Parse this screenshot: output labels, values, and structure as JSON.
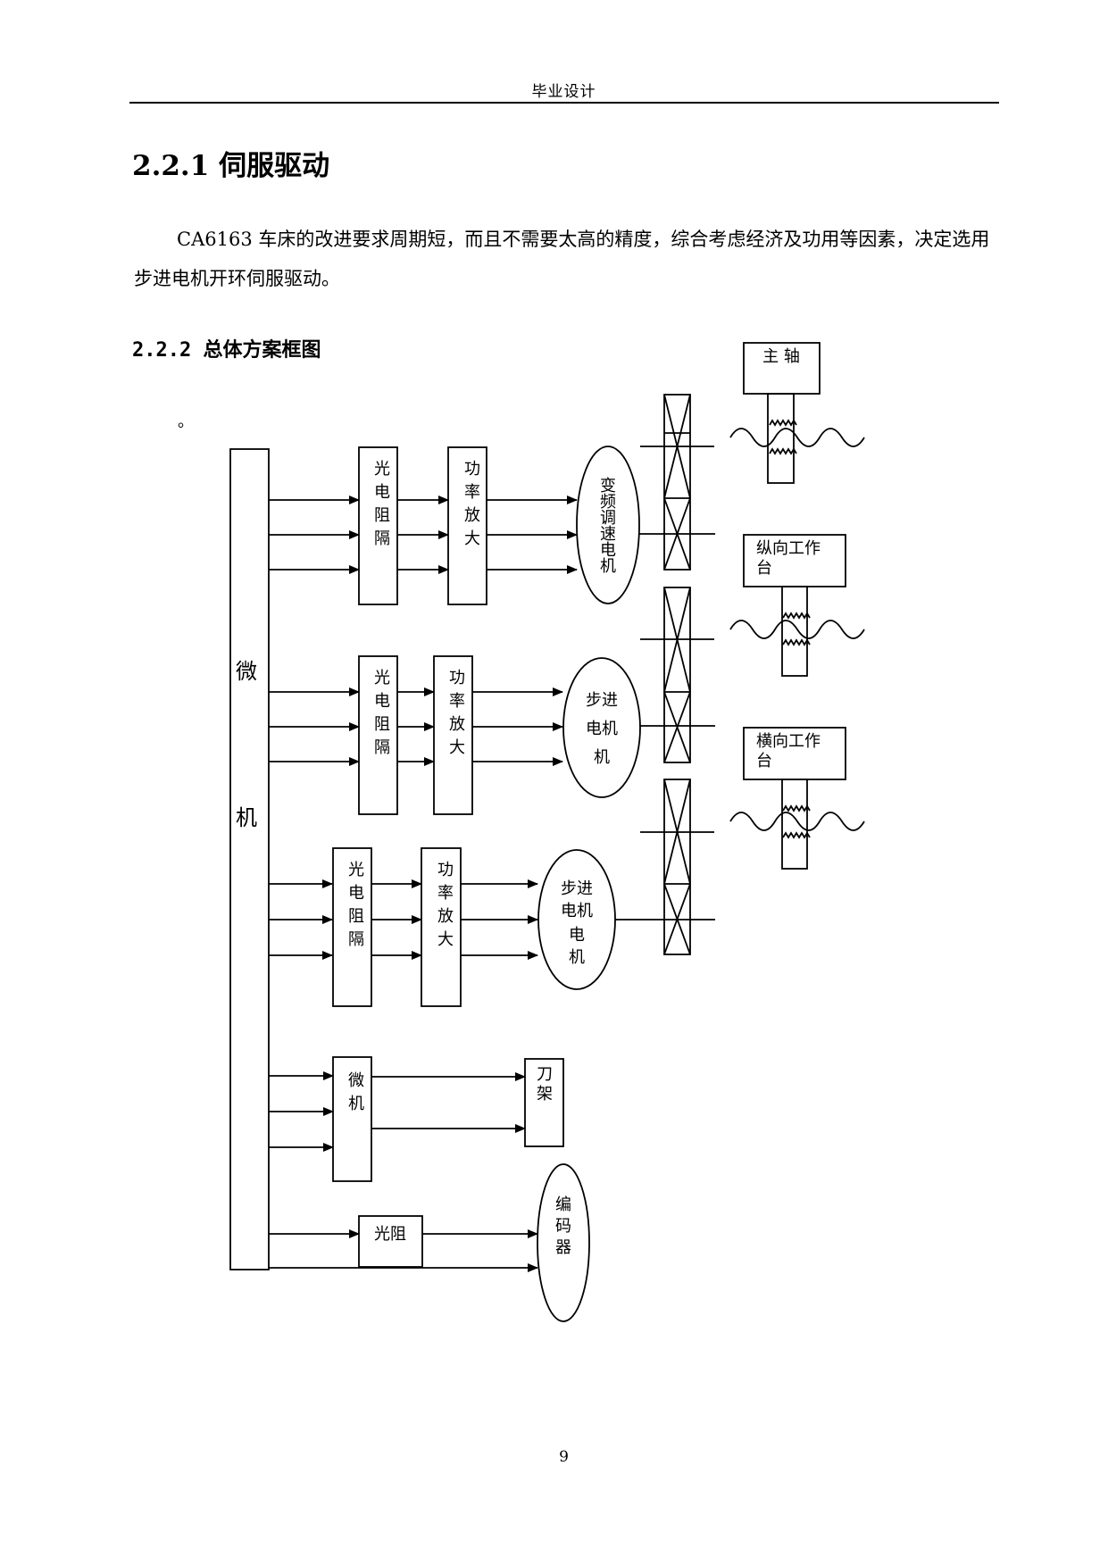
{
  "header": {
    "title": "毕业设计"
  },
  "section": {
    "title": "2.2.1 伺服驱动"
  },
  "paragraph": {
    "text": "CA6163 车床的改进要求周期短，而且不需要太高的精度，综合考虑经济及功用等因素，决定选用步进电机开环伺服驱动。"
  },
  "subsection": {
    "title": "2.2.2 总体方案框图"
  },
  "stray_mark": "。",
  "diagram": {
    "microcomputer": [
      "微",
      "机"
    ],
    "row1": {
      "isolator": [
        "光",
        "电",
        "阻",
        "隔"
      ],
      "amplifier": [
        "功",
        "率",
        "放",
        "大"
      ],
      "motor": [
        "变",
        "频",
        "调",
        "速",
        "电",
        "机"
      ]
    },
    "row2": {
      "isolator": [
        "光",
        "电",
        "阻",
        "隔"
      ],
      "amplifier": [
        "功",
        "率",
        "放",
        "大"
      ],
      "motor": [
        "步进",
        "电机",
        "机"
      ]
    },
    "row3": {
      "isolator": [
        "光",
        "电",
        "阻",
        "隔"
      ],
      "amplifier": [
        "功",
        "率",
        "放",
        "大"
      ],
      "motor": [
        "步进",
        "电机",
        "电",
        "机"
      ]
    },
    "row4": {
      "controller": [
        "微",
        "机"
      ],
      "toolholder": [
        "刀",
        "架"
      ]
    },
    "row5": {
      "isolator": "光阻",
      "encoder": [
        "编",
        "码",
        "器"
      ]
    },
    "spindle": "主 轴",
    "longitudinal_table": [
      "纵向工作",
      "台"
    ],
    "transverse_table": [
      "横向工作",
      "台"
    ]
  },
  "footer": {
    "page_number": "9"
  }
}
